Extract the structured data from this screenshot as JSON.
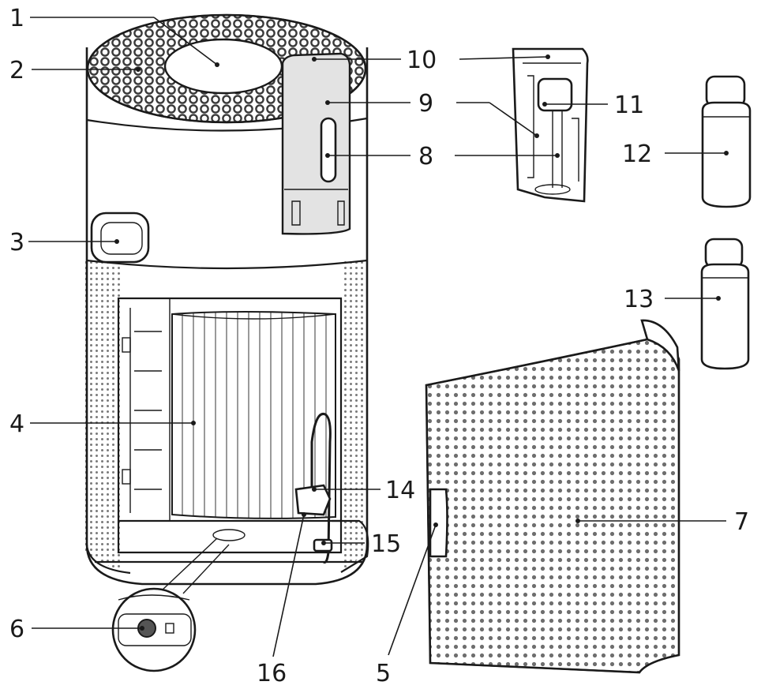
{
  "callouts": [
    {
      "id": "1",
      "label": "1"
    },
    {
      "id": "2",
      "label": "2"
    },
    {
      "id": "3",
      "label": "3"
    },
    {
      "id": "4",
      "label": "4"
    },
    {
      "id": "5",
      "label": "5"
    },
    {
      "id": "6",
      "label": "6"
    },
    {
      "id": "7",
      "label": "7"
    },
    {
      "id": "8",
      "label": "8"
    },
    {
      "id": "9",
      "label": "9"
    },
    {
      "id": "10",
      "label": "10"
    },
    {
      "id": "11",
      "label": "11"
    },
    {
      "id": "12",
      "label": "12"
    },
    {
      "id": "13",
      "label": "13"
    },
    {
      "id": "14",
      "label": "14"
    },
    {
      "id": "15",
      "label": "15"
    },
    {
      "id": "16",
      "label": "16"
    }
  ],
  "colors": {
    "line": "#1a1a1a",
    "fill": "#ffffff",
    "grille": "#7a7a7a"
  }
}
